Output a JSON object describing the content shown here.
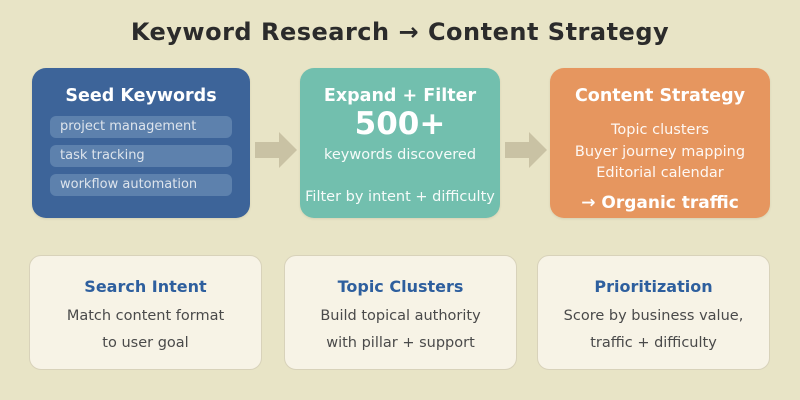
{
  "title": "Keyword Research → Content Strategy",
  "colors": {
    "background": "#e8e4c6",
    "seed_box": "#3d6499",
    "seed_pill": "#5d81ad",
    "expand_box": "#72bfae",
    "strategy_box": "#e6965f",
    "arrow": "#c9c2a4",
    "card_bg": "#f7f3e6",
    "card_border": "#d8d2ba",
    "card_title": "#2e5f9e",
    "title_text": "#2b2b2b"
  },
  "flow": {
    "seed": {
      "title": "Seed Keywords",
      "items": [
        "project management",
        "task tracking",
        "workflow automation"
      ]
    },
    "expand": {
      "title": "Expand + Filter",
      "metric": "500+",
      "metric_caption": "keywords discovered",
      "note": "Filter by intent + difficulty"
    },
    "strategy": {
      "title": "Content Strategy",
      "items": [
        "Topic clusters",
        "Buyer journey mapping",
        "Editorial calendar"
      ],
      "outcome": "→ Organic traffic"
    }
  },
  "icons": {
    "arrow": "right-block-arrow"
  },
  "cards": [
    {
      "title": "Search Intent",
      "line1": "Match content format",
      "line2": "to user goal"
    },
    {
      "title": "Topic Clusters",
      "line1": "Build topical authority",
      "line2": "with pillar + support"
    },
    {
      "title": "Prioritization",
      "line1": "Score by business value,",
      "line2": "traffic + difficulty"
    }
  ]
}
